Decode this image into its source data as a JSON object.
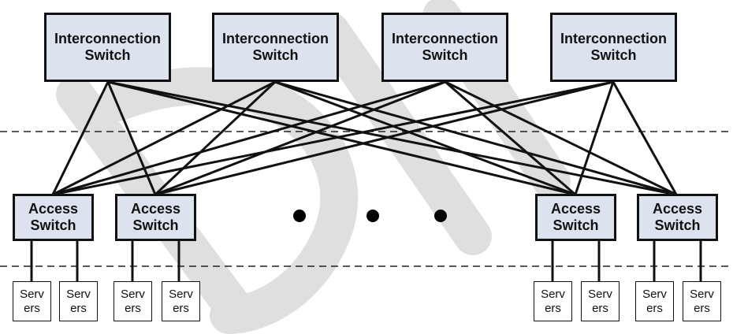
{
  "interconnection_switches": [
    {
      "line1": "Interconnection",
      "line2": "Switch"
    },
    {
      "line1": "Interconnection",
      "line2": "Switch"
    },
    {
      "line1": "Interconnection",
      "line2": "Switch"
    },
    {
      "line1": "Interconnection",
      "line2": "Switch"
    }
  ],
  "access_switches": [
    {
      "line1": "Access",
      "line2": "Switch"
    },
    {
      "line1": "Access",
      "line2": "Switch"
    },
    {
      "line1": "Access",
      "line2": "Switch"
    },
    {
      "line1": "Access",
      "line2": "Switch"
    }
  ],
  "servers": [
    {
      "line1": "Serv",
      "line2": "ers"
    },
    {
      "line1": "Serv",
      "line2": "ers"
    },
    {
      "line1": "Serv",
      "line2": "ers"
    },
    {
      "line1": "Serv",
      "line2": "ers"
    },
    {
      "line1": "Serv",
      "line2": "ers"
    },
    {
      "line1": "Serv",
      "line2": "ers"
    },
    {
      "line1": "Serv",
      "line2": "ers"
    },
    {
      "line1": "Serv",
      "line2": "ers"
    }
  ],
  "colors": {
    "switch_fill": "#dce3ee",
    "line": "#111111",
    "watermark": "#d9d9d9"
  }
}
